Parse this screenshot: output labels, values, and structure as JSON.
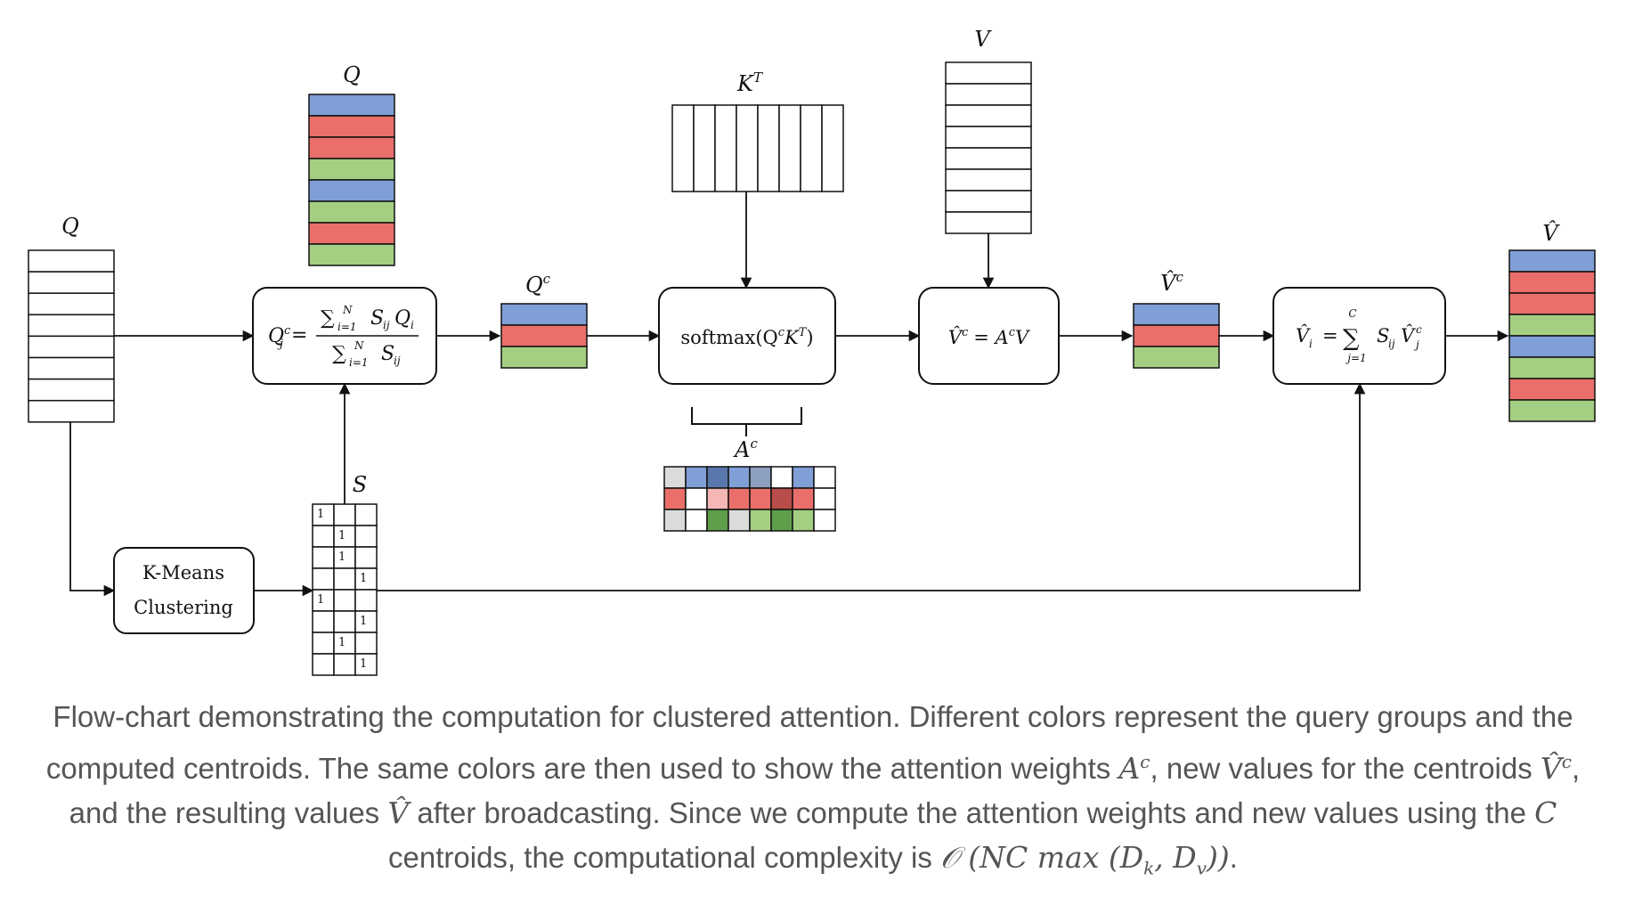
{
  "colors": {
    "blue": "#7f9fd6",
    "red": "#ea6f6b",
    "green": "#a4cf82",
    "line": "#111111",
    "caption": "#555555"
  },
  "labels": {
    "q_input": "Q",
    "q_grouped": "Q",
    "k_transpose": "K",
    "k_sup": "T",
    "v": "V",
    "qc": "Q",
    "qc_sup": "c",
    "ac": "A",
    "ac_sup": "c",
    "vhat_c": "V̂",
    "vhat_c_sup": "c",
    "vhat": "V̂",
    "s": "S",
    "kmeans_line1": "K-Means",
    "kmeans_line2": "Clustering"
  },
  "boxes": {
    "centroid_formula": {
      "lhs": "Q",
      "lhs_sub": "j",
      "lhs_sup": "c",
      "num": "∑ S Q",
      "num_sum_top": "N",
      "num_sum_bottom": "i=1",
      "num_sub1": "ij",
      "num_sub2": "i",
      "den": "∑ S",
      "den_sum_top": "N",
      "den_sum_bottom": "i=1",
      "den_sub": "ij"
    },
    "softmax": {
      "text": "softmax(Q",
      "sup1": "c",
      "k": "K",
      "sup2": "T",
      "close": ")"
    },
    "vhat_formula": {
      "lhs": "V̂",
      "lhs_sup": "c",
      "rhs": "= A",
      "rhs_sup": "c",
      "rhs_v": "V"
    },
    "broadcast_formula": {
      "lhs": "V̂",
      "lhs_sub": "i",
      "eq": "=",
      "sum_top": "C",
      "sum_bottom": "j=1",
      "term": "S",
      "term_sub": "ij",
      "v": "V̂",
      "v_sub": "j",
      "v_sup": "c"
    }
  },
  "query_group_colors": [
    "blue",
    "red",
    "red",
    "green",
    "blue",
    "green",
    "red",
    "green"
  ],
  "centroid_colors": [
    "blue",
    "red",
    "green"
  ],
  "attention_matrix": [
    [
      "#d9dcd9",
      "#7f9fd6",
      "#5a77ad",
      "#7f9fd6",
      "#8ea0bf",
      "#ffffff",
      "#7f9fd6"
    ],
    [
      "#ea6f6b",
      "#ffffff",
      "#f4b7b5",
      "#ea6f6b",
      "#ea6f6b",
      "#b84d4a",
      "#ea6f6b"
    ],
    [
      "#d9dcd9",
      "#ffffff",
      "#5e9e4a",
      "#d9dcd9",
      "#a4cf82",
      "#5e9e4a",
      "#a4cf82"
    ]
  ],
  "assignment_matrix": {
    "ones": "1",
    "rows": [
      [
        1,
        0,
        0
      ],
      [
        0,
        1,
        0
      ],
      [
        0,
        1,
        0
      ],
      [
        0,
        0,
        1
      ],
      [
        1,
        0,
        0
      ],
      [
        0,
        0,
        1
      ],
      [
        0,
        1,
        0
      ],
      [
        0,
        0,
        1
      ]
    ]
  },
  "caption": {
    "p1": "Flow-chart demonstrating the computation for clustered attention. Different colors represent the query groups and the computed centroids. The same colors are then used to show the attention weights ",
    "m1": "A",
    "m1_sup": "c",
    "p2": ", new values for the centroids ",
    "m2": "V̂",
    "m2_sup": "c",
    "p3": ", and the resulting values ",
    "m3": "V̂",
    "p4": " after broadcasting. Since we compute the attention weights and new values using the ",
    "m4": "C",
    "p5": " centroids, the computational complexity is ",
    "m5": "𝒪 (NC max (D",
    "m5_sub1": "k",
    "m5_mid": ", D",
    "m5_sub2": "v",
    "m5_end": "))",
    "p6": "."
  }
}
